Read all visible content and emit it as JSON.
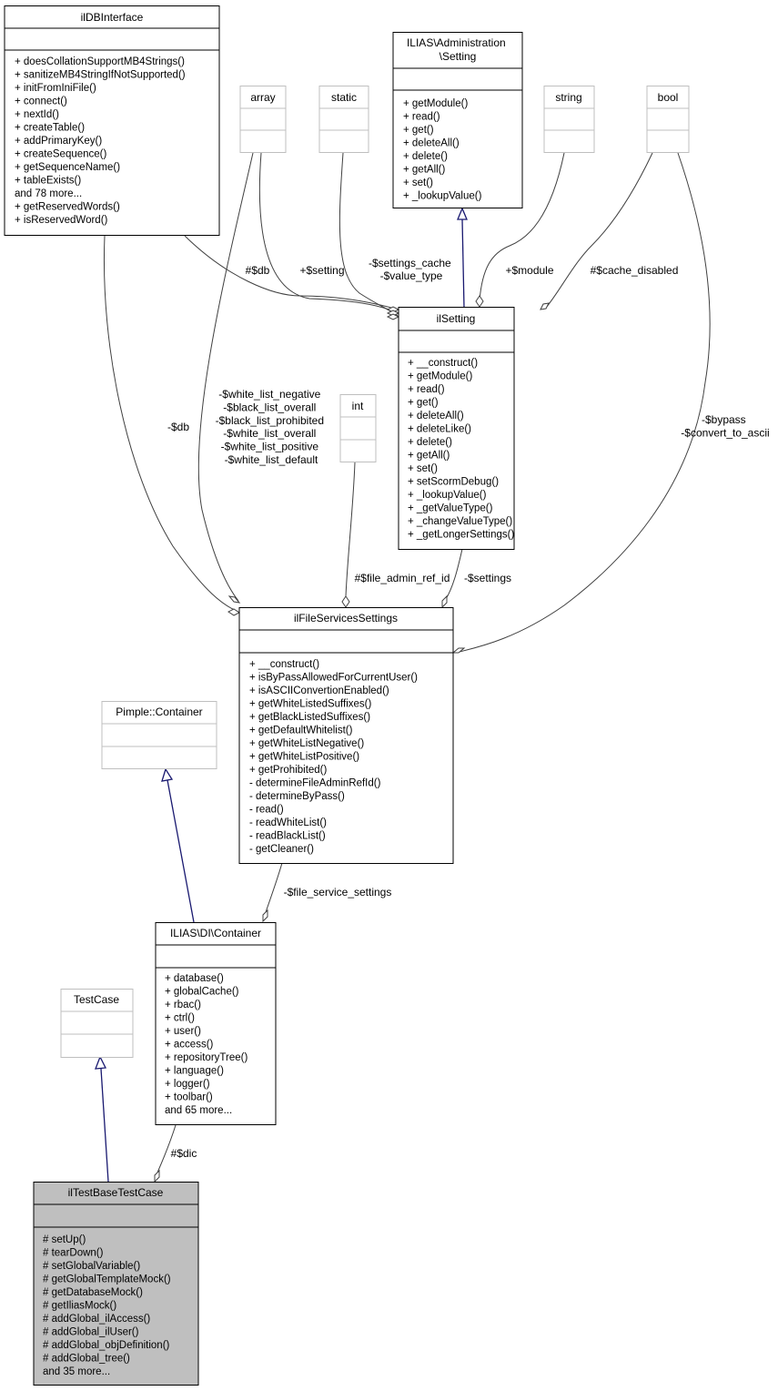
{
  "nodes": {
    "ildbinterface": {
      "title": [
        "ilDBInterface"
      ],
      "members": [
        "+ doesCollationSupportMB4Strings()",
        "+ sanitizeMB4StringIfNotSupported()",
        "+ initFromIniFile()",
        "+ connect()",
        "+ nextId()",
        "+ createTable()",
        "+ addPrimaryKey()",
        "+ createSequence()",
        "+ getSequenceName()",
        "+ tableExists()",
        "and 78 more...",
        "+ getReservedWords()",
        "+ isReservedWord()"
      ]
    },
    "array": {
      "title": [
        "array"
      ],
      "members": []
    },
    "static": {
      "title": [
        "static"
      ],
      "members": []
    },
    "admin_setting": {
      "title": [
        "ILIAS\\Administration",
        "\\Setting"
      ],
      "members": [
        "+ getModule()",
        "+ read()",
        "+ get()",
        "+ deleteAll()",
        "+ delete()",
        "+ getAll()",
        "+ set()",
        "+ _lookupValue()"
      ]
    },
    "string": {
      "title": [
        "string"
      ],
      "members": []
    },
    "bool": {
      "title": [
        "bool"
      ],
      "members": []
    },
    "ilsetting": {
      "title": [
        "ilSetting"
      ],
      "members": [
        "+ __construct()",
        "+ getModule()",
        "+ read()",
        "+ get()",
        "+ deleteAll()",
        "+ deleteLike()",
        "+ delete()",
        "+ getAll()",
        "+ set()",
        "+ setScormDebug()",
        "+ _lookupValue()",
        "+ _getValueType()",
        "+ _changeValueType()",
        "+ _getLongerSettings()"
      ]
    },
    "int": {
      "title": [
        "int"
      ],
      "members": []
    },
    "filesettings": {
      "title": [
        "ilFileServicesSettings"
      ],
      "members": [
        "+ __construct()",
        "+ isByPassAllowedForCurrentUser()",
        "+ isASCIIConvertionEnabled()",
        "+ getWhiteListedSuffixes()",
        "+ getBlackListedSuffixes()",
        "+ getDefaultWhitelist()",
        "+ getWhiteListNegative()",
        "+ getWhiteListPositive()",
        "+ getProhibited()",
        "- determineFileAdminRefId()",
        "- determineByPass()",
        "- read()",
        "- readWhiteList()",
        "- readBlackList()",
        "- getCleaner()"
      ]
    },
    "pimple": {
      "title": [
        "Pimple::Container"
      ],
      "members": []
    },
    "dicontainer": {
      "title": [
        "ILIAS\\DI\\Container"
      ],
      "members": [
        "+ database()",
        "+ globalCache()",
        "+ rbac()",
        "+ ctrl()",
        "+ user()",
        "+ access()",
        "+ repositoryTree()",
        "+ language()",
        "+ logger()",
        "+ toolbar()",
        "and 65 more..."
      ]
    },
    "testcase": {
      "title": [
        "TestCase"
      ],
      "members": []
    },
    "iltestbase": {
      "title": [
        "ilTestBaseTestCase"
      ],
      "members": [
        "# setUp()",
        "# tearDown()",
        "# setGlobalVariable()",
        "# getGlobalTemplateMock()",
        "# getDatabaseMock()",
        "# getIliasMock()",
        "# addGlobal_ilAccess()",
        "# addGlobal_ilUser()",
        "# addGlobal_objDefinition()",
        "# addGlobal_tree()",
        "and 35 more..."
      ]
    }
  },
  "edge_labels": {
    "db_setting": [
      "#$db"
    ],
    "setting_var": [
      "+$setting"
    ],
    "settings_cache": [
      "-$settings_cache",
      "-$value_type"
    ],
    "module": [
      "+$module"
    ],
    "cache_disabled": [
      "#$cache_disabled"
    ],
    "db_file": [
      "-$db"
    ],
    "white_lists": [
      "-$white_list_negative",
      "-$black_list_overall",
      "-$black_list_prohibited",
      "-$white_list_overall",
      "-$white_list_positive",
      "-$white_list_default"
    ],
    "bypass": [
      "-$bypass",
      "-$convert_to_ascii"
    ],
    "file_admin": [
      "#$file_admin_ref_id"
    ],
    "settings": [
      "-$settings"
    ],
    "file_service_settings": [
      "-$file_service_settings"
    ],
    "dic": [
      "#$dic"
    ]
  },
  "colors": {
    "highlight_fill": "#bfbfbf",
    "inheritance_edge": "#191970",
    "usage_edge": "#404040",
    "muted_border": "#bfbfbf"
  }
}
